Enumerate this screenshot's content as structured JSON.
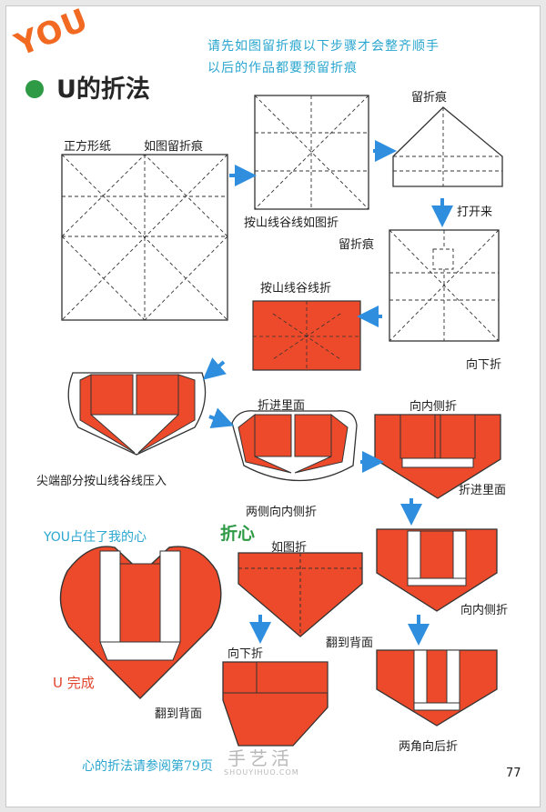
{
  "header": {
    "you": "YOU",
    "title": "U的折法",
    "intro_line1": "请先如图留折痕以下步骤才会整齐顺手",
    "intro_line2": "以后的作品都要预留折痕"
  },
  "labels": {
    "square_paper": "正方形纸",
    "crease_as_shown": "如图留折痕",
    "crease_top": "留折痕",
    "mountain_valley_as_shown": "按山线谷线如图折",
    "unfold": "打开来",
    "crease_mid": "留折痕",
    "mountain_valley_fold": "按山线谷线折",
    "fold_down_right": "向下折",
    "fold_in_inside": "折进里面",
    "fold_inward_side": "向内侧折",
    "tip_press": "尖端部分按山线谷线压入",
    "both_sides_inward": "两侧向内侧折",
    "fold_in_inside_2": "折进里面",
    "you_heart": "YOU占住了我的心",
    "fold_heart": "折心",
    "fold_as_shown": "如图折",
    "fold_inward_side_2": "向内侧折",
    "flip_back": "翻到背面",
    "fold_down": "向下折",
    "u_done": "U 完成",
    "flip_back_2": "翻到背面",
    "corners_back": "两角向后折",
    "footer": "心的折法请参阅第79页",
    "page_number": "77"
  },
  "watermark": {
    "text": "手艺活",
    "url": "SHOUYIHUO.COM"
  },
  "colors": {
    "accent_orange": "#f26a22",
    "paper_red": "#ec4a2a",
    "intro_blue": "#2aa6cf",
    "green": "#2f9a45",
    "arrow_blue": "#2f8fde"
  }
}
